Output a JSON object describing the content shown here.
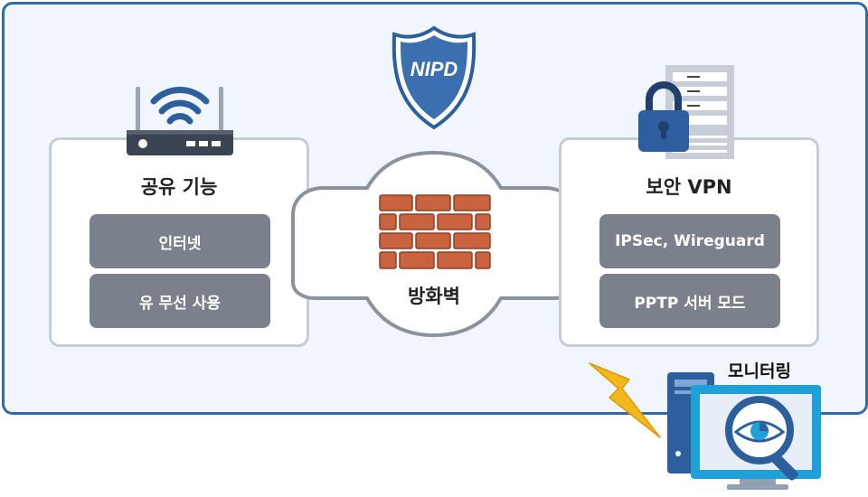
{
  "logo": {
    "text": "NIPD",
    "icon": "shield-icon"
  },
  "left_card": {
    "title": "공유 기능",
    "icon": "wifi-router-icon",
    "items": [
      "인터넷",
      "유 무선 사용"
    ]
  },
  "firewall": {
    "label": "방화벽",
    "icon": "brick-wall-icon"
  },
  "right_card": {
    "title": "보안 VPN",
    "icon": "server-lock-icon",
    "items": [
      "IPSec, Wireguard",
      "PPTP 서버 모드"
    ]
  },
  "monitoring": {
    "label": "모니터링",
    "icon": "monitor-magnifier-icon"
  },
  "colors": {
    "frame": "#2f6aab",
    "frame_fill": "#f1f6fd",
    "card_border": "#c4ccd6",
    "pill": "#7b818c",
    "brick": "#c8623f",
    "lock": "#2d5f9e",
    "monitor": "#1fa0d6",
    "lightning": "#f2b81c"
  }
}
